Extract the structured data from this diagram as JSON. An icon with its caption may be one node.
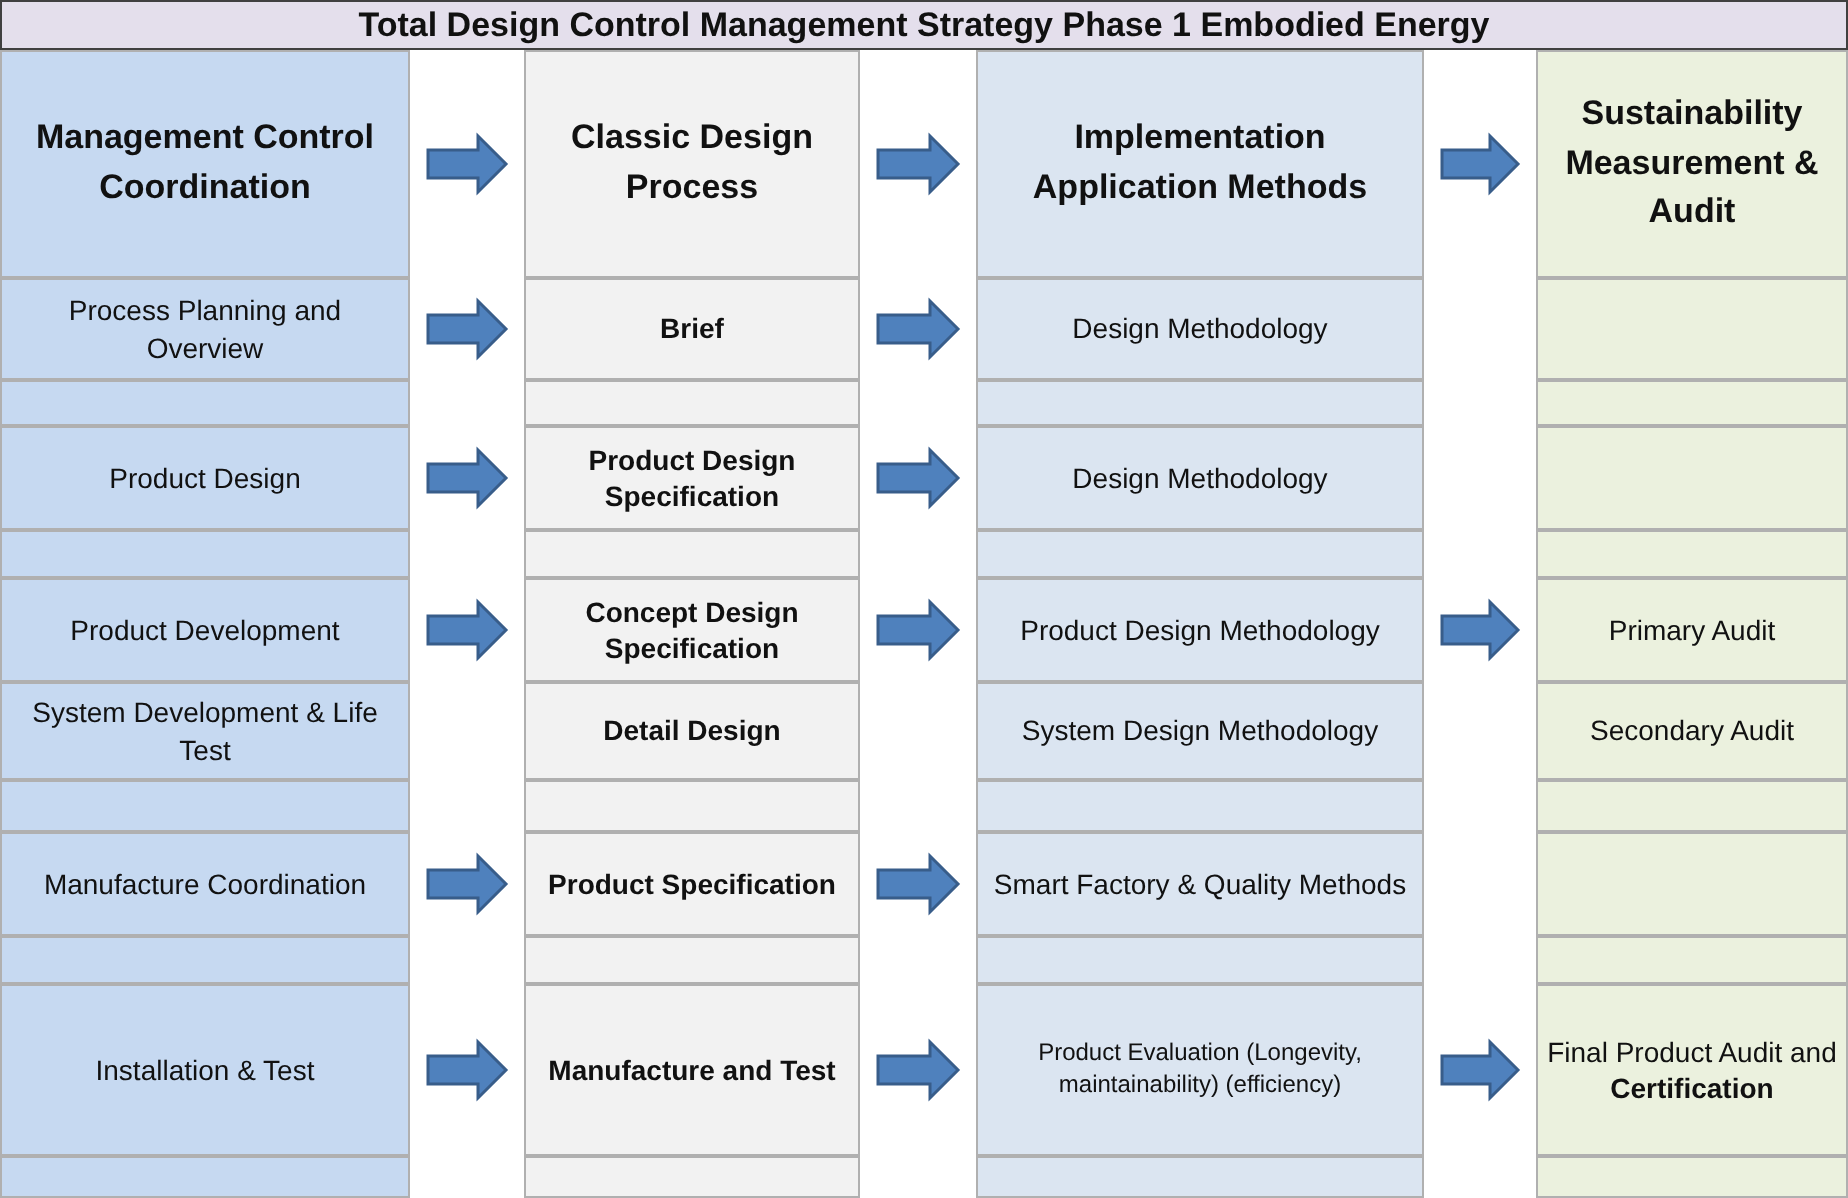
{
  "diagram": {
    "title": "Total Design Control Management Strategy Phase 1 Embodied Energy",
    "nodes": [
      {
        "text": [
          "Management Control Coordination"
        ]
      },
      {
        "text": [
          "Classic Design Process"
        ]
      },
      {
        "text": [
          "Implementation Application Methods"
        ]
      },
      {
        "text": [
          "Sustainability Measurement & Audit"
        ]
      },
      {
        "text": [
          "Process Planning and Overview"
        ]
      },
      {
        "text": [
          "Brief"
        ]
      },
      {
        "text": [
          "Design Methodology"
        ]
      },
      {
        "text": [],
        "shape": "box"
      },
      {
        "text": [],
        "shape": "box"
      },
      {
        "text": [],
        "shape": "box"
      },
      {
        "text": [],
        "shape": "box"
      },
      {
        "text": [],
        "shape": "box"
      },
      {
        "text": [
          "Product Design"
        ]
      },
      {
        "text": [
          "Product Design Specification"
        ]
      },
      {
        "text": [
          "Design Methodology"
        ]
      },
      {
        "text": [],
        "shape": "box"
      },
      {
        "text": [],
        "shape": "box"
      },
      {
        "text": [],
        "shape": "box"
      },
      {
        "text": [],
        "shape": "box"
      },
      {
        "text": [],
        "shape": "box"
      },
      {
        "text": [
          "Product Development"
        ]
      },
      {
        "text": [
          "Concept Design Specification"
        ]
      },
      {
        "text": [
          "Product Design Methodology"
        ]
      },
      {
        "text": [
          "Primary Audit"
        ]
      },
      {
        "text": [
          "System Development & Life Test"
        ]
      },
      {
        "text": [
          "Detail Design"
        ]
      },
      {
        "text": [
          "System Design Methodology"
        ]
      },
      {
        "text": [
          "Secondary Audit"
        ]
      },
      {
        "text": [],
        "shape": "box"
      },
      {
        "text": [],
        "shape": "box"
      },
      {
        "text": [],
        "shape": "box"
      },
      {
        "text": [],
        "shape": "box"
      },
      {
        "text": [
          "Manufacture Coordination"
        ]
      },
      {
        "text": [
          "Product Specification"
        ]
      },
      {
        "text": [
          "Smart Factory & Quality Methods"
        ]
      },
      {
        "text": [],
        "shape": "box"
      },
      {
        "text": [],
        "shape": "box"
      },
      {
        "text": [],
        "shape": "box"
      },
      {
        "text": [],
        "shape": "box"
      },
      {
        "text": [],
        "shape": "box"
      },
      {
        "text": [
          "Installation & Test"
        ]
      },
      {
        "text": [
          "Manufacture and Test"
        ]
      },
      {
        "text": [
          "Product Evaluation (Longevity, maintainability) (efficiency)"
        ]
      },
      {
        "text": [
          "Final Product Audit and **Certification**"
        ]
      },
      {
        "text": [],
        "shape": "box"
      },
      {
        "text": [],
        "shape": "box"
      },
      {
        "text": [],
        "shape": "box"
      },
      {
        "text": [],
        "shape": "box"
      }
    ],
    "edges": [
      {
        "from": 0,
        "to": 1,
        "arrow": "to"
      },
      {
        "from": 1,
        "to": 2,
        "arrow": "to"
      },
      {
        "from": 2,
        "to": 3,
        "arrow": "to"
      },
      {
        "from": 4,
        "to": 5,
        "arrow": "to"
      },
      {
        "from": 5,
        "to": 6,
        "arrow": "to"
      },
      {
        "from": 12,
        "to": 13,
        "arrow": "to"
      },
      {
        "from": 13,
        "to": 14,
        "arrow": "to"
      },
      {
        "from": 20,
        "to": 21,
        "arrow": "to"
      },
      {
        "from": 21,
        "to": 22,
        "arrow": "to"
      },
      {
        "from": 22,
        "to": 23,
        "arrow": "to"
      },
      {
        "from": 32,
        "to": 33,
        "arrow": "to"
      },
      {
        "from": 33,
        "to": 34,
        "arrow": "to"
      },
      {
        "from": 40,
        "to": 41,
        "arrow": "to"
      },
      {
        "from": 41,
        "to": 42,
        "arrow": "to"
      },
      {
        "from": 42,
        "to": 43,
        "arrow": "to"
      }
    ]
  }
}
